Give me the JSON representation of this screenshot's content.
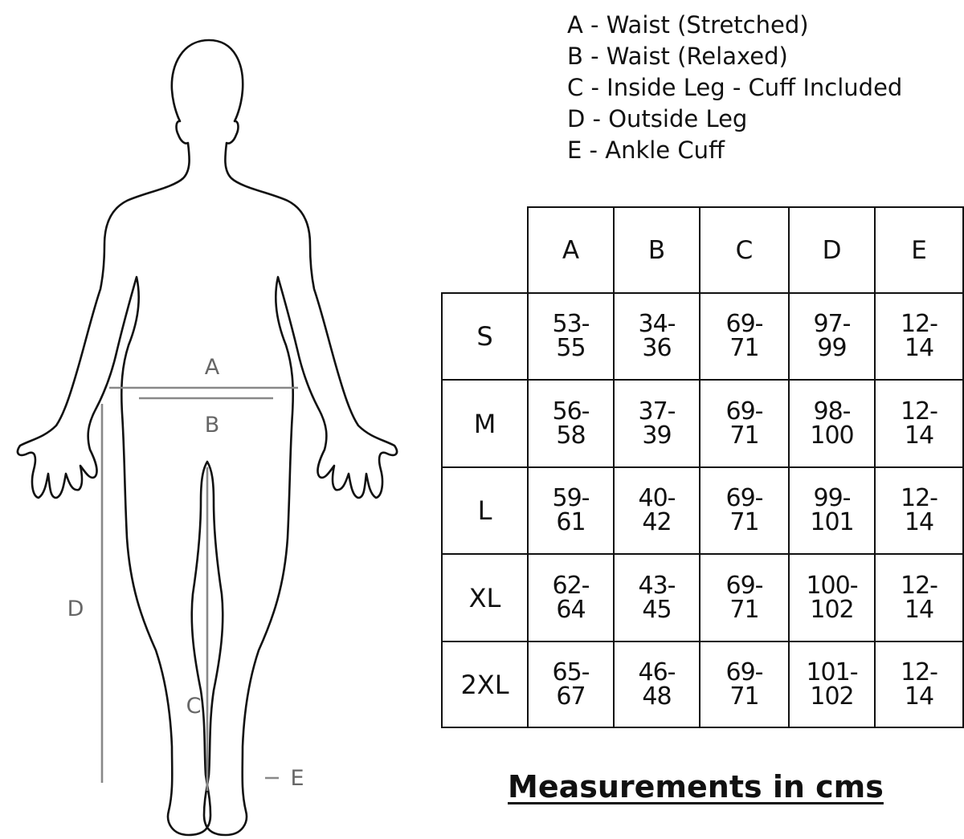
{
  "legend": [
    "A - Waist (Stretched)",
    "B - Waist (Relaxed)",
    "C - Inside Leg - Cuff Included",
    "D - Outside Leg",
    "E - Ankle Cuff"
  ],
  "figure_labels": {
    "a": "A",
    "b": "B",
    "c": "C",
    "d": "D",
    "e": "E"
  },
  "table": {
    "columns": [
      "A",
      "B",
      "C",
      "D",
      "E"
    ],
    "rows": [
      {
        "size": "S",
        "values": [
          [
            "53-",
            "55"
          ],
          [
            "34-",
            "36"
          ],
          [
            "69-",
            "71"
          ],
          [
            "97-",
            "99"
          ],
          [
            "12-",
            "14"
          ]
        ]
      },
      {
        "size": "M",
        "values": [
          [
            "56-",
            "58"
          ],
          [
            "37-",
            "39"
          ],
          [
            "69-",
            "71"
          ],
          [
            "98-",
            "100"
          ],
          [
            "12-",
            "14"
          ]
        ]
      },
      {
        "size": "L",
        "values": [
          [
            "59-",
            "61"
          ],
          [
            "40-",
            "42"
          ],
          [
            "69-",
            "71"
          ],
          [
            "99-",
            "101"
          ],
          [
            "12-",
            "14"
          ]
        ]
      },
      {
        "size": "XL",
        "values": [
          [
            "62-",
            "64"
          ],
          [
            "43-",
            "45"
          ],
          [
            "69-",
            "71"
          ],
          [
            "100-",
            "102"
          ],
          [
            "12-",
            "14"
          ]
        ]
      },
      {
        "size": "2XL",
        "values": [
          [
            "65-",
            "67"
          ],
          [
            "46-",
            "48"
          ],
          [
            "69-",
            "71"
          ],
          [
            "101-",
            "102"
          ],
          [
            "12-",
            "14"
          ]
        ]
      }
    ]
  },
  "footnote": "Measurements in cms"
}
